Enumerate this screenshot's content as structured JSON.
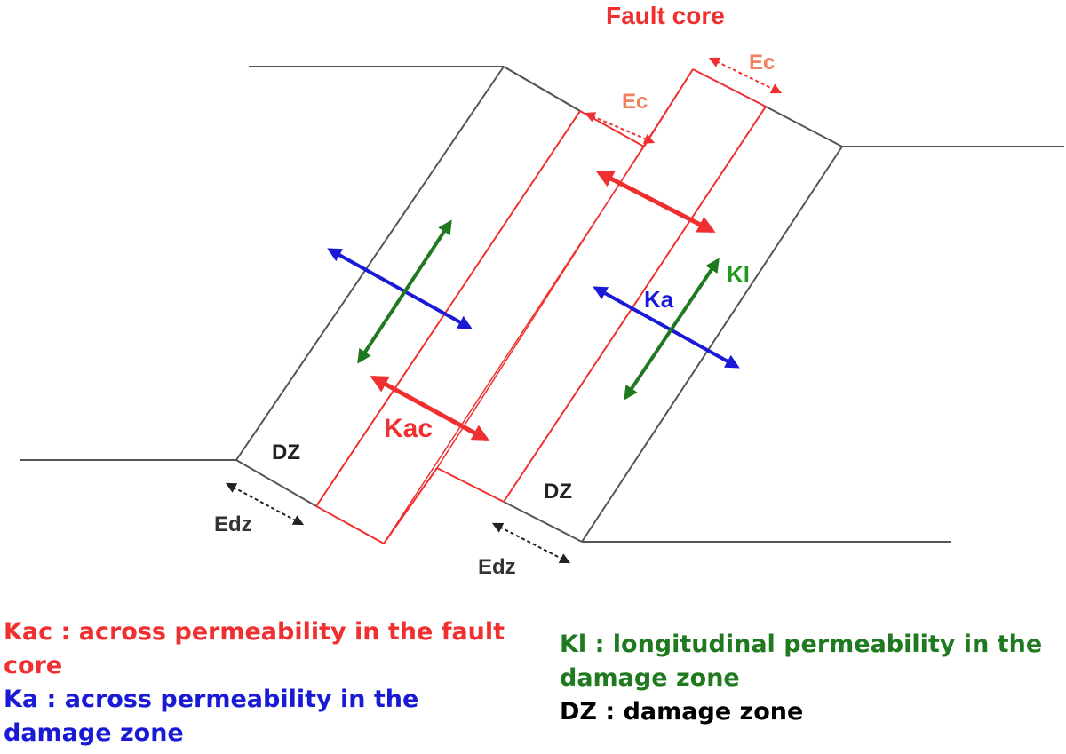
{
  "labels": {
    "fault_core_title": "Fault core",
    "ec_top": "Ec",
    "ec_mid": "Ec",
    "dz_left": "DZ",
    "dz_right": "DZ",
    "edz_left": "Edz",
    "edz_right": "Edz",
    "kac": "Kac",
    "ka": "Ka",
    "kl": "Kl"
  },
  "legend": {
    "kac": "Kac : across permeability in the fault core",
    "ka": "Ka : across permeability in the damage zone",
    "kl": "Kl : longitudinal permeability in the damage zone",
    "dz": "DZ : damage zone"
  },
  "colors": {
    "fault_core": "#f03030",
    "across_damage": "#1a1ad6",
    "longitudinal": "#1f7a1f",
    "outline": "#555555",
    "text": "#000000",
    "ec_label": "#f08060"
  }
}
